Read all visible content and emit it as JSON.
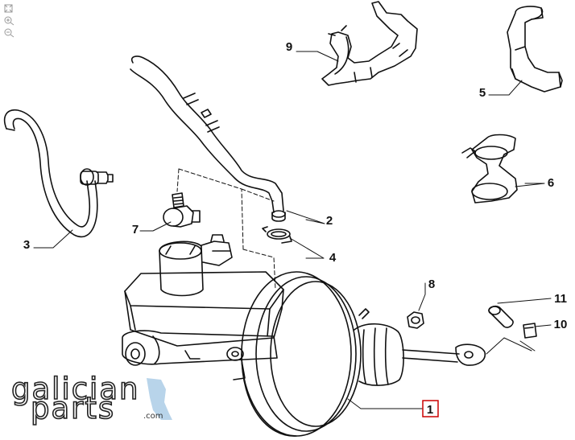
{
  "toolbar": {
    "icons": [
      "fit-icon",
      "zoom-in-icon",
      "zoom-out-icon"
    ]
  },
  "callouts": [
    {
      "id": "1",
      "label": "1",
      "boxed": true
    },
    {
      "id": "2",
      "label": "2"
    },
    {
      "id": "3",
      "label": "3"
    },
    {
      "id": "4",
      "label": "4"
    },
    {
      "id": "5",
      "label": "5"
    },
    {
      "id": "6",
      "label": "6"
    },
    {
      "id": "7",
      "label": "7"
    },
    {
      "id": "8",
      "label": "8"
    },
    {
      "id": "9",
      "label": "9"
    },
    {
      "id": "10",
      "label": "10"
    },
    {
      "id": "11",
      "label": "11"
    }
  ],
  "logo": {
    "line1": "galician",
    "line2": "parts",
    "suffix": ".com"
  },
  "colors": {
    "line": "#111111",
    "highlight_box": "#cc0000",
    "logo_accent": "#b8d4ea"
  }
}
